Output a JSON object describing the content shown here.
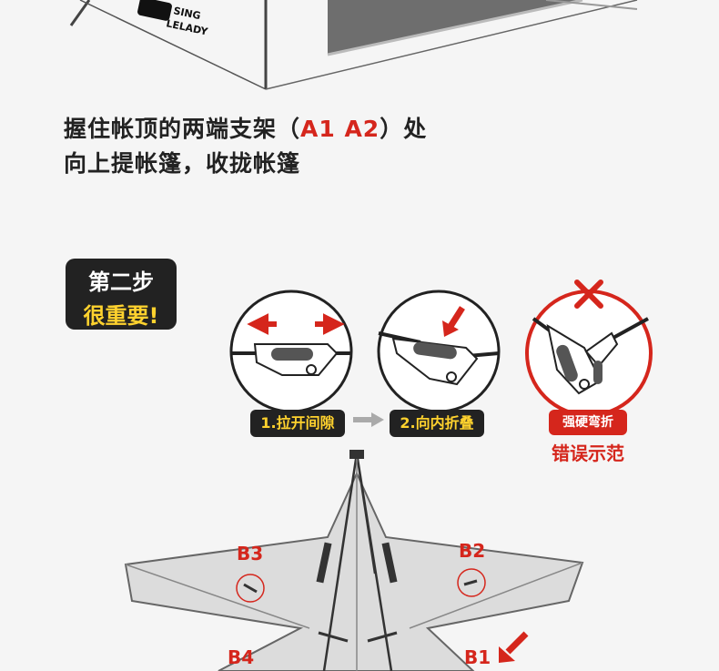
{
  "logo": {
    "line1": "SING",
    "line2": "LELADY"
  },
  "instruction": {
    "line1_prefix": "握住帐顶的两端支架（",
    "line1_highlight": "A1 A2",
    "line1_suffix": "）处",
    "line2": "向上提帐篷，收拢帐篷"
  },
  "step_badge": {
    "line1": "第二步",
    "line2": "很重要!"
  },
  "steps": [
    {
      "label": "1.拉开间隙"
    },
    {
      "label": "2.向内折叠"
    }
  ],
  "wrong": {
    "pill": "强硬弯折",
    "caption": "错误示范"
  },
  "labels": {
    "b1": "B1",
    "b2": "B2",
    "b3": "B3",
    "b4": "B4"
  },
  "colors": {
    "accent_red": "#d5261c",
    "badge_dark": "#222222",
    "badge_yellow": "#ffd22e"
  }
}
